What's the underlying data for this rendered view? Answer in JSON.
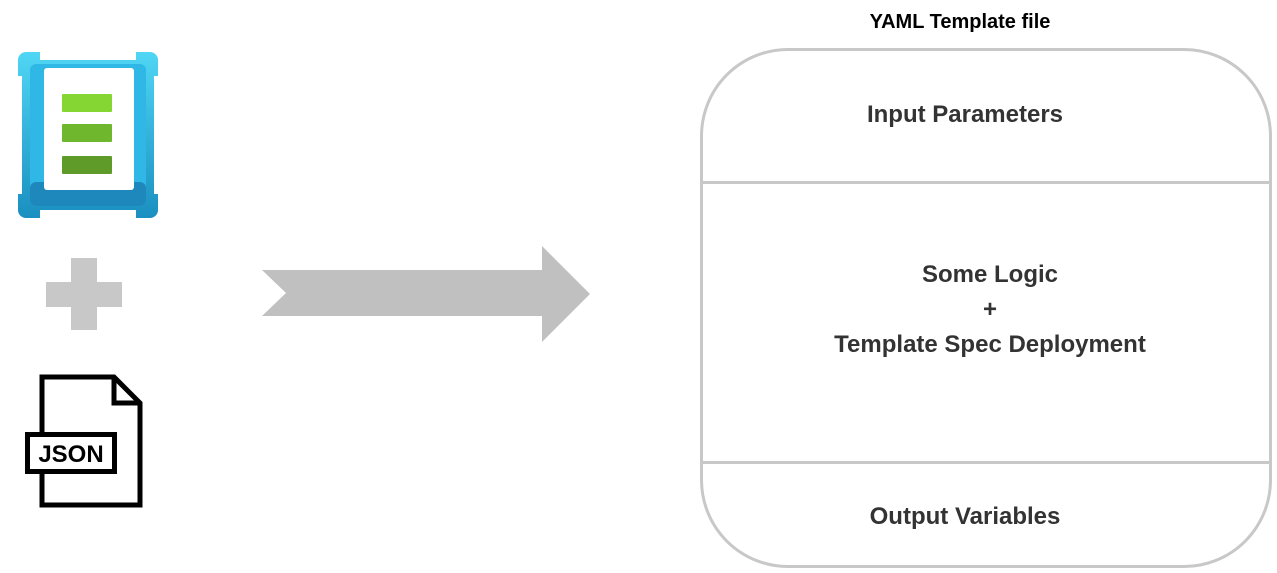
{
  "left_icons": {
    "top_icon": "template-spec-icon",
    "middle_icon": "plus-icon",
    "bottom_icon": "json-file-icon",
    "json_label": "JSON"
  },
  "arrow": {
    "icon": "right-arrow-icon"
  },
  "yaml": {
    "title": "YAML Template file",
    "sections": {
      "input": "Input Parameters",
      "logic": "Some Logic",
      "plus": "+",
      "deployment": "Template Spec Deployment",
      "output": "Output Variables"
    }
  },
  "colors": {
    "icon_frame_light": "#50d0f0",
    "icon_frame_dark": "#1e94c4",
    "icon_bar_1": "#86d633",
    "icon_bar_2": "#6fb72c",
    "icon_bar_3": "#5e9b29",
    "plus_gray": "#c8c8c8",
    "arrow_gray": "#c0c0c0",
    "box_border": "#c8c8c8",
    "text_dark": "#333333"
  }
}
